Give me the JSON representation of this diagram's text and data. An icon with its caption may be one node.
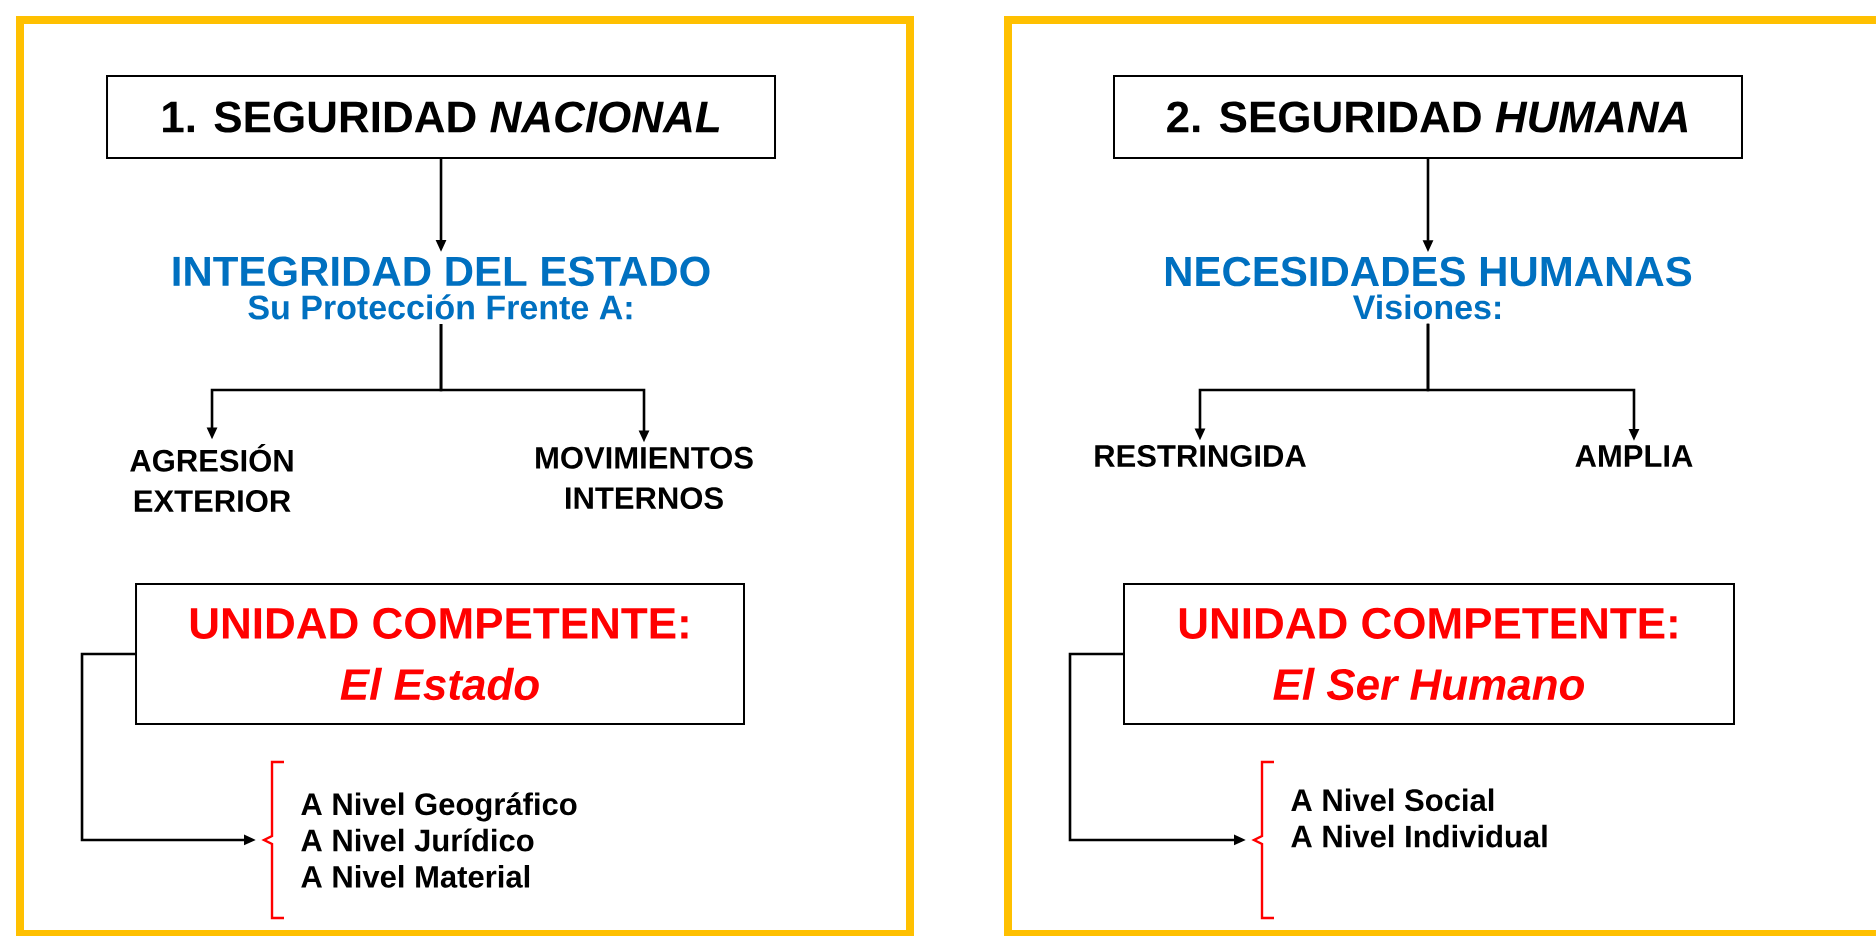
{
  "diagram": {
    "nodes": [
      {
        "text": [],
        "shape": "box"
      },
      {
        "text": [
          "1. SEGURIDAD *NACIONAL*"
        ],
        "in": 0
      },
      {
        "text": [
          "INTEGRIDAD DEL ESTADO",
          "Su Protección Frente A:"
        ],
        "in": 0
      },
      {
        "text": [
          "AGRESIÓN EXTERIOR"
        ],
        "in": 0
      },
      {
        "text": [
          "MOVIMIENTOS INTERNOS"
        ],
        "in": 0
      },
      {
        "text": [
          "UNIDAD COMPETENTE:",
          "El Estado"
        ],
        "in": 0
      },
      {
        "text": [
          "A Nivel Geográfico",
          "A Nivel Jurídico",
          "A Nivel Material"
        ],
        "in": 0
      },
      {
        "text": [],
        "shape": "box"
      },
      {
        "text": [
          "2. SEGURIDAD *HUMANA*"
        ],
        "in": 7
      },
      {
        "text": [
          "NECESIDADES HUMANAS",
          "Visiones:"
        ],
        "in": 7
      },
      {
        "text": [
          "RESTRINGIDA"
        ],
        "in": 7
      },
      {
        "text": [
          "AMPLIA"
        ],
        "in": 7
      },
      {
        "text": [
          "UNIDAD COMPETENTE:",
          "El Ser Humano"
        ],
        "in": 7
      },
      {
        "text": [
          "A Nivel Social",
          "A Nivel Individual"
        ],
        "in": 7
      }
    ],
    "edges": [
      {
        "from": 1,
        "to": 2,
        "arrow": "to"
      },
      {
        "from": 2,
        "to": 3,
        "arrow": "to"
      },
      {
        "from": 2,
        "to": 4,
        "arrow": "to"
      },
      {
        "from": 5,
        "to": 6,
        "arrow": "to"
      },
      {
        "from": 8,
        "to": 9,
        "arrow": "to"
      },
      {
        "from": 9,
        "to": 10,
        "arrow": "to"
      },
      {
        "from": 9,
        "to": 11,
        "arrow": "to"
      },
      {
        "from": 12,
        "to": 13,
        "arrow": "to"
      }
    ]
  }
}
